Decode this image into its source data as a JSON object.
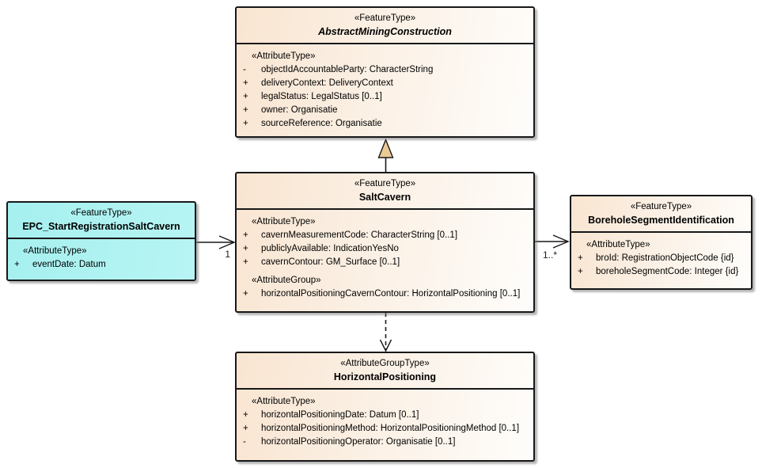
{
  "diagram": {
    "background_color": "#ffffff",
    "box_border_color": "#181818",
    "box_fill_gradient": [
      "#f9e5d1",
      "#fefdfb"
    ],
    "highlight_fill_color": "#a5f0ef",
    "generalization_arrow_fill": "#ecca96"
  },
  "classes": {
    "abstract_mining_construction": {
      "stereotype": "«FeatureType»",
      "name": "AbstractMiningConstruction",
      "attr_section_label": "«AttributeType»",
      "attributes": [
        {
          "vis": "-",
          "text": "objectIdAccountableParty: CharacterString"
        },
        {
          "vis": "+",
          "text": "deliveryContext: DeliveryContext"
        },
        {
          "vis": "+",
          "text": "legalStatus: LegalStatus [0..1]"
        },
        {
          "vis": "+",
          "text": "owner: Organisatie"
        },
        {
          "vis": "+",
          "text": "sourceReference: Organisatie"
        }
      ]
    },
    "salt_cavern": {
      "stereotype": "«FeatureType»",
      "name": "SaltCavern",
      "attr_section_label": "«AttributeType»",
      "attributes": [
        {
          "vis": "+",
          "text": "cavernMeasurementCode: CharacterString [0..1]"
        },
        {
          "vis": "+",
          "text": "publiclyAvailable: IndicationYesNo"
        },
        {
          "vis": "+",
          "text": "cavernContour: GM_Surface [0..1]"
        }
      ],
      "group_section_label": "«AttributeGroup»",
      "group_attributes": [
        {
          "vis": "+",
          "text": "horizontalPositioningCavernContour: HorizontalPositioning [0..1]"
        }
      ]
    },
    "epc_start_registration_salt_cavern": {
      "stereotype": "«FeatureType»",
      "name": "EPC_StartRegistrationSaltCavern",
      "attr_section_label": "«AttributeType»",
      "attributes": [
        {
          "vis": "+",
          "text": "eventDate: Datum"
        }
      ]
    },
    "borehole_segment_identification": {
      "stereotype": "«FeatureType»",
      "name": "BoreholeSegmentIdentification",
      "attr_section_label": "«AttributeType»",
      "attributes": [
        {
          "vis": "+",
          "text": "broId: RegistrationObjectCode {id}"
        },
        {
          "vis": "+",
          "text": "boreholeSegmentCode: Integer {id}"
        }
      ]
    },
    "horizontal_positioning": {
      "stereotype": "«AttributeGroupType»",
      "name": "HorizontalPositioning",
      "attr_section_label": "«AttributeType»",
      "attributes": [
        {
          "vis": "+",
          "text": "horizontalPositioningDate: Datum [0..1]"
        },
        {
          "vis": "+",
          "text": "horizontalPositioningMethod: HorizontalPositioningMethod [0..1]"
        },
        {
          "vis": "-",
          "text": "horizontalPositioningOperator: Organisatie [0..1]"
        }
      ]
    }
  },
  "connectors": {
    "epc_to_saltcavern": {
      "type": "association",
      "multiplicity": "1"
    },
    "saltcavern_to_borehole": {
      "type": "association",
      "multiplicity": "1..*"
    },
    "saltcavern_generalizes_abstract": {
      "type": "generalization"
    },
    "saltcavern_to_horizontalpositioning": {
      "type": "dependency"
    }
  }
}
